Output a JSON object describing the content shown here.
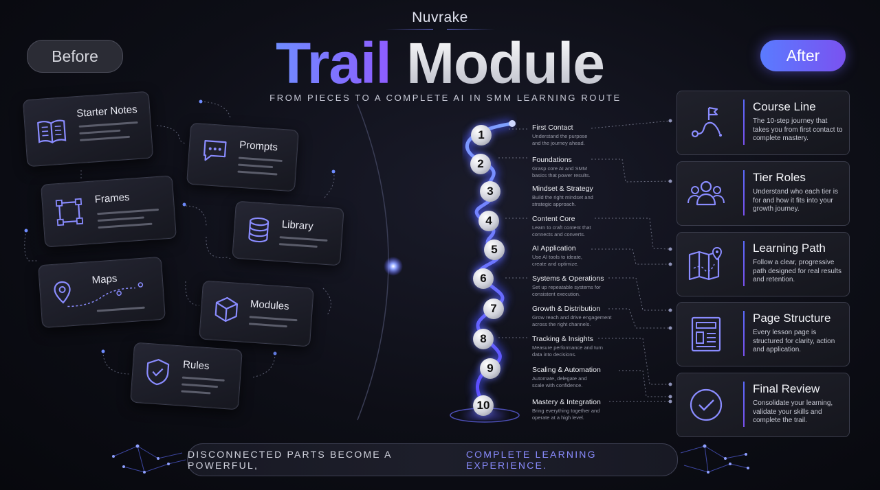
{
  "header": {
    "brand": "Nuvrake",
    "title_part1": "Trail",
    "title_part2": "Module",
    "subtitle": "FROM PIECES TO A COMPLETE AI IN SMM LEARNING ROUTE"
  },
  "badges": {
    "before": "Before",
    "after": "After"
  },
  "scattered_pieces": [
    {
      "label": "Starter Notes",
      "icon": "book-icon"
    },
    {
      "label": "Prompts",
      "icon": "chat-bubble-icon"
    },
    {
      "label": "Frames",
      "icon": "frame-icon"
    },
    {
      "label": "Library",
      "icon": "database-icon"
    },
    {
      "label": "Maps",
      "icon": "map-pin-icon"
    },
    {
      "label": "Modules",
      "icon": "cube-icon"
    },
    {
      "label": "Rules",
      "icon": "shield-check-icon"
    }
  ],
  "steps": [
    {
      "num": "1",
      "name": "First Contact",
      "desc": "Understand the purpose and the journey ahead."
    },
    {
      "num": "2",
      "name": "Foundations",
      "desc": "Grasp core AI and SMM basics that power results."
    },
    {
      "num": "3",
      "name": "Mindset & Strategy",
      "desc": "Build the right mindset and strategic approach."
    },
    {
      "num": "4",
      "name": "Content Core",
      "desc": "Learn to craft content that connects and converts."
    },
    {
      "num": "5",
      "name": "AI Application",
      "desc": "Use AI tools to ideate, create and optimize."
    },
    {
      "num": "6",
      "name": "Systems & Operations",
      "desc": "Set up repeatable systems for consistent execution."
    },
    {
      "num": "7",
      "name": "Growth & Distribution",
      "desc": "Grow reach and drive engagement across the right channels."
    },
    {
      "num": "8",
      "name": "Tracking & Insights",
      "desc": "Measure performance and turn data into decisions."
    },
    {
      "num": "9",
      "name": "Scaling & Automation",
      "desc": "Automate, delegate and scale with confidence."
    },
    {
      "num": "10",
      "name": "Mastery & Integration",
      "desc": "Bring everything together and operate at a high level."
    }
  ],
  "outcomes": [
    {
      "title": "Course Line",
      "desc": "The 10-step journey that takes you from first contact to complete mastery.",
      "icon": "route-flag-icon"
    },
    {
      "title": "Tier Roles",
      "desc": "Understand who each tier is for and how it fits into your growth journey.",
      "icon": "users-icon"
    },
    {
      "title": "Learning Path",
      "desc": "Follow a clear, progressive path designed for real results and retention.",
      "icon": "map-icon"
    },
    {
      "title": "Page Structure",
      "desc": "Every lesson page is structured for clarity, action and application.",
      "icon": "page-layout-icon"
    },
    {
      "title": "Final Review",
      "desc": "Consolidate your learning, validate your skills and complete the trail.",
      "icon": "check-circle-icon"
    }
  ],
  "footer": {
    "text_plain": "DISCONNECTED PARTS BECOME A POWERFUL,",
    "text_highlight": "COMPLETE LEARNING EXPERIENCE."
  },
  "colors": {
    "accent_blue": "#6f8cff",
    "accent_purple": "#8e5cff",
    "background": "#0d0e16"
  }
}
